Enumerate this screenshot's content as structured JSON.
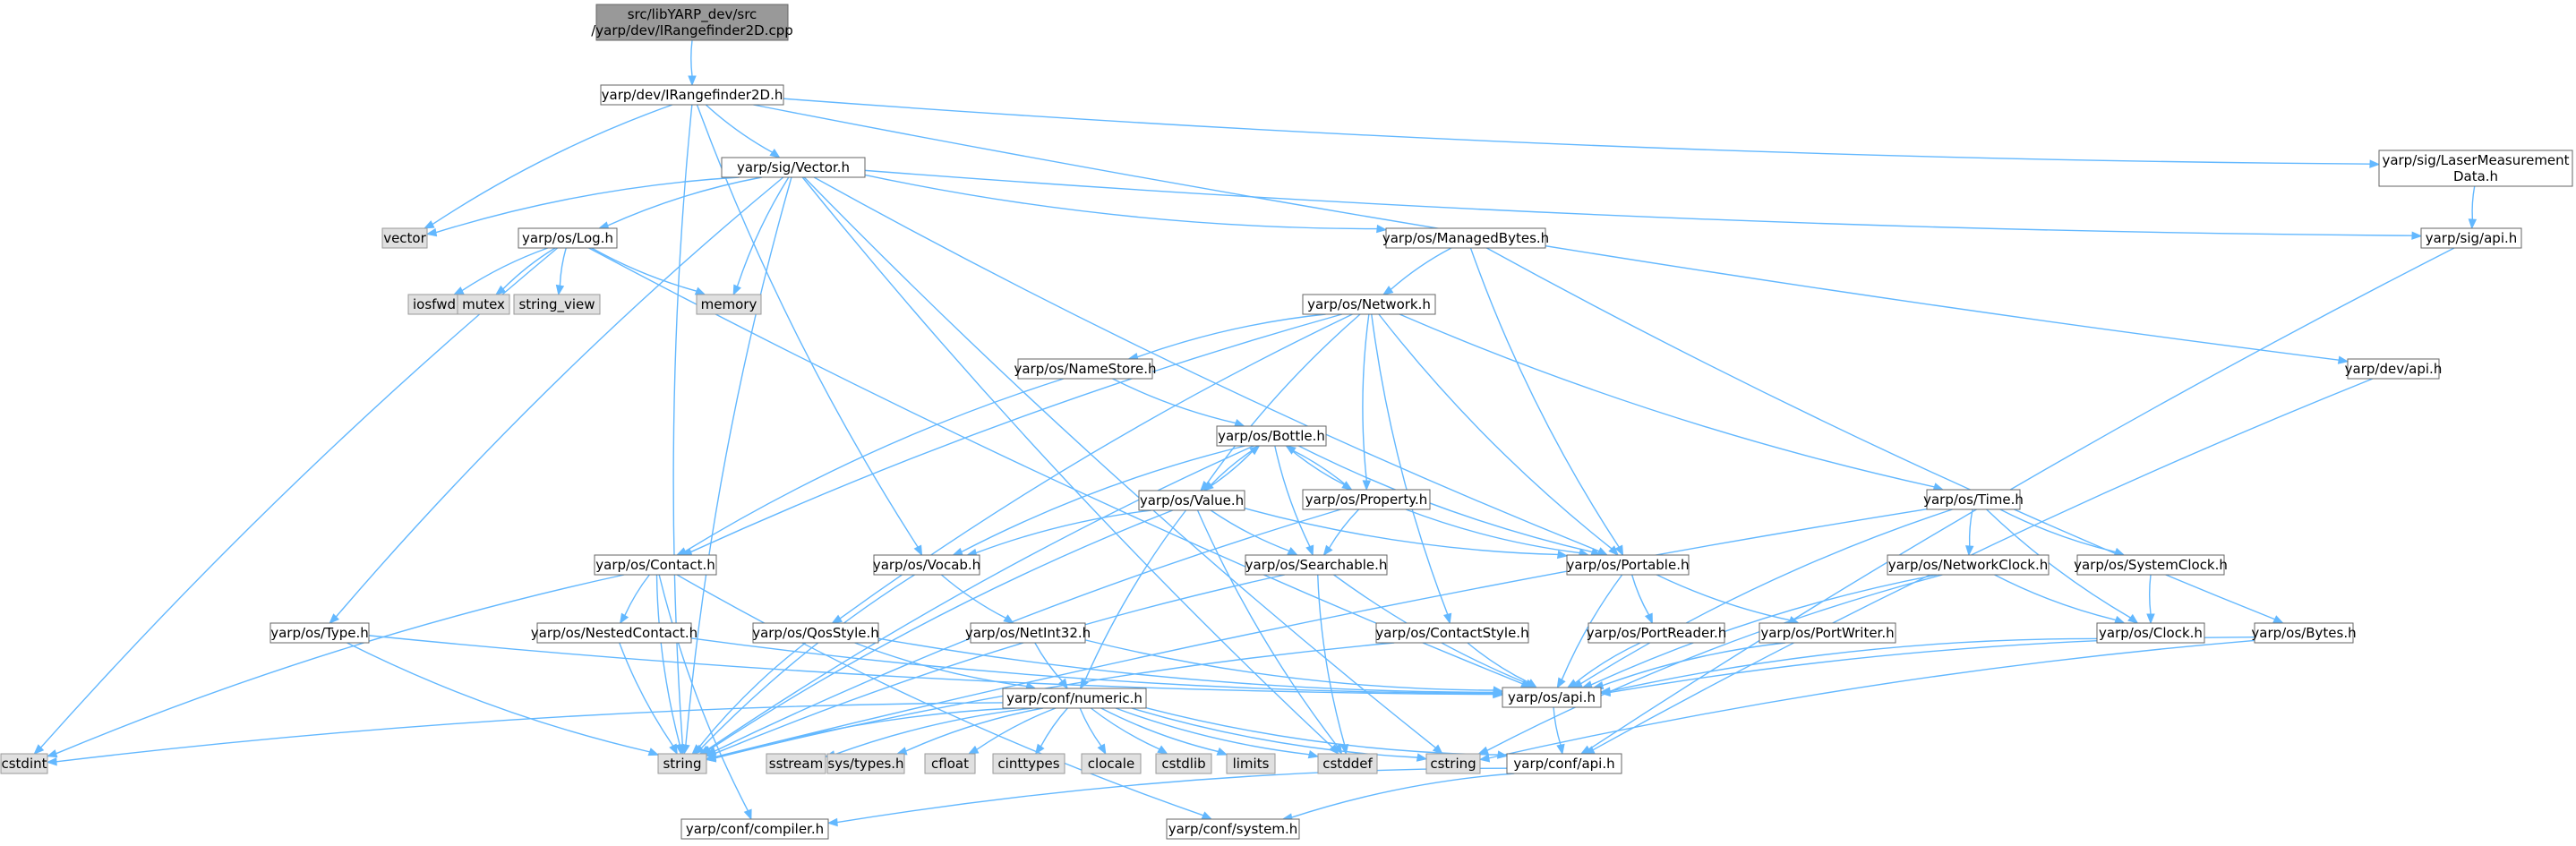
{
  "nodes": [
    {
      "id": "root",
      "lines": [
        "src/libYARP_dev/src",
        "/yarp/dev/IRangefinder2D.cpp"
      ],
      "kind": "root"
    },
    {
      "id": "irf",
      "lines": [
        "yarp/dev/IRangefinder2D.h"
      ],
      "kind": "header"
    },
    {
      "id": "vectorh",
      "lines": [
        "yarp/sig/Vector.h"
      ],
      "kind": "header"
    },
    {
      "id": "laser",
      "lines": [
        "yarp/sig/LaserMeasurement",
        "Data.h"
      ],
      "kind": "header"
    },
    {
      "id": "vector",
      "lines": [
        "vector"
      ],
      "kind": "system"
    },
    {
      "id": "logh",
      "lines": [
        "yarp/os/Log.h"
      ],
      "kind": "header"
    },
    {
      "id": "managed",
      "lines": [
        "yarp/os/ManagedBytes.h"
      ],
      "kind": "header"
    },
    {
      "id": "sigapi",
      "lines": [
        "yarp/sig/api.h"
      ],
      "kind": "header"
    },
    {
      "id": "iosfwd",
      "lines": [
        "iosfwd"
      ],
      "kind": "system"
    },
    {
      "id": "mutex",
      "lines": [
        "mutex"
      ],
      "kind": "system"
    },
    {
      "id": "string_view",
      "lines": [
        "string_view"
      ],
      "kind": "system"
    },
    {
      "id": "memory",
      "lines": [
        "memory"
      ],
      "kind": "system"
    },
    {
      "id": "network",
      "lines": [
        "yarp/os/Network.h"
      ],
      "kind": "header"
    },
    {
      "id": "devapi",
      "lines": [
        "yarp/dev/api.h"
      ],
      "kind": "header"
    },
    {
      "id": "namestore",
      "lines": [
        "yarp/os/NameStore.h"
      ],
      "kind": "header"
    },
    {
      "id": "bottle",
      "lines": [
        "yarp/os/Bottle.h"
      ],
      "kind": "header"
    },
    {
      "id": "time",
      "lines": [
        "yarp/os/Time.h"
      ],
      "kind": "header"
    },
    {
      "id": "value",
      "lines": [
        "yarp/os/Value.h"
      ],
      "kind": "header"
    },
    {
      "id": "property",
      "lines": [
        "yarp/os/Property.h"
      ],
      "kind": "header"
    },
    {
      "id": "contact",
      "lines": [
        "yarp/os/Contact.h"
      ],
      "kind": "header"
    },
    {
      "id": "vocab",
      "lines": [
        "yarp/os/Vocab.h"
      ],
      "kind": "header"
    },
    {
      "id": "searchable",
      "lines": [
        "yarp/os/Searchable.h"
      ],
      "kind": "header"
    },
    {
      "id": "portable",
      "lines": [
        "yarp/os/Portable.h"
      ],
      "kind": "header"
    },
    {
      "id": "netclock",
      "lines": [
        "yarp/os/NetworkClock.h"
      ],
      "kind": "header"
    },
    {
      "id": "sysclock",
      "lines": [
        "yarp/os/SystemClock.h"
      ],
      "kind": "header"
    },
    {
      "id": "typeh",
      "lines": [
        "yarp/os/Type.h"
      ],
      "kind": "header"
    },
    {
      "id": "nested",
      "lines": [
        "yarp/os/NestedContact.h"
      ],
      "kind": "header"
    },
    {
      "id": "qos",
      "lines": [
        "yarp/os/QosStyle.h"
      ],
      "kind": "header"
    },
    {
      "id": "netint",
      "lines": [
        "yarp/os/NetInt32.h"
      ],
      "kind": "header"
    },
    {
      "id": "cstyle",
      "lines": [
        "yarp/os/ContactStyle.h"
      ],
      "kind": "header"
    },
    {
      "id": "preader",
      "lines": [
        "yarp/os/PortReader.h"
      ],
      "kind": "header"
    },
    {
      "id": "pwriter",
      "lines": [
        "yarp/os/PortWriter.h"
      ],
      "kind": "header"
    },
    {
      "id": "clock",
      "lines": [
        "yarp/os/Clock.h"
      ],
      "kind": "header"
    },
    {
      "id": "bytes",
      "lines": [
        "yarp/os/Bytes.h"
      ],
      "kind": "header"
    },
    {
      "id": "osapi",
      "lines": [
        "yarp/os/api.h"
      ],
      "kind": "header"
    },
    {
      "id": "numeric",
      "lines": [
        "yarp/conf/numeric.h"
      ],
      "kind": "header"
    },
    {
      "id": "cstdint",
      "lines": [
        "cstdint"
      ],
      "kind": "system"
    },
    {
      "id": "string",
      "lines": [
        "string"
      ],
      "kind": "system"
    },
    {
      "id": "sstream",
      "lines": [
        "sstream"
      ],
      "kind": "system"
    },
    {
      "id": "systypes",
      "lines": [
        "sys/types.h"
      ],
      "kind": "system"
    },
    {
      "id": "cfloat",
      "lines": [
        "cfloat"
      ],
      "kind": "system"
    },
    {
      "id": "cinttypes",
      "lines": [
        "cinttypes"
      ],
      "kind": "system"
    },
    {
      "id": "clocale",
      "lines": [
        "clocale"
      ],
      "kind": "system"
    },
    {
      "id": "cstdlib",
      "lines": [
        "cstdlib"
      ],
      "kind": "system"
    },
    {
      "id": "limits",
      "lines": [
        "limits"
      ],
      "kind": "system"
    },
    {
      "id": "cstddef",
      "lines": [
        "cstddef"
      ],
      "kind": "system"
    },
    {
      "id": "cstring",
      "lines": [
        "cstring"
      ],
      "kind": "system"
    },
    {
      "id": "confapi",
      "lines": [
        "yarp/conf/api.h"
      ],
      "kind": "header"
    },
    {
      "id": "compiler",
      "lines": [
        "yarp/conf/compiler.h"
      ],
      "kind": "header"
    },
    {
      "id": "system",
      "lines": [
        "yarp/conf/system.h"
      ],
      "kind": "header"
    }
  ],
  "edges": [
    [
      "root",
      "irf"
    ],
    [
      "irf",
      "vectorh"
    ],
    [
      "irf",
      "laser"
    ],
    [
      "irf",
      "vector"
    ],
    [
      "irf",
      "vocab"
    ],
    [
      "irf",
      "string"
    ],
    [
      "irf",
      "devapi"
    ],
    [
      "laser",
      "sigapi"
    ],
    [
      "vectorh",
      "vector"
    ],
    [
      "vectorh",
      "logh"
    ],
    [
      "vectorh",
      "managed"
    ],
    [
      "vectorh",
      "sigapi"
    ],
    [
      "vectorh",
      "memory"
    ],
    [
      "vectorh",
      "typeh"
    ],
    [
      "vectorh",
      "portable"
    ],
    [
      "vectorh",
      "string"
    ],
    [
      "vectorh",
      "cstddef"
    ],
    [
      "vectorh",
      "cstring"
    ],
    [
      "logh",
      "cstdint"
    ],
    [
      "logh",
      "iosfwd"
    ],
    [
      "logh",
      "mutex"
    ],
    [
      "logh",
      "string_view"
    ],
    [
      "logh",
      "memory"
    ],
    [
      "logh",
      "osapi"
    ],
    [
      "managed",
      "network"
    ],
    [
      "managed",
      "portable"
    ],
    [
      "managed",
      "bytes"
    ],
    [
      "sigapi",
      "confapi"
    ],
    [
      "devapi",
      "confapi"
    ],
    [
      "network",
      "namestore"
    ],
    [
      "network",
      "contact"
    ],
    [
      "network",
      "value"
    ],
    [
      "network",
      "property"
    ],
    [
      "network",
      "portable"
    ],
    [
      "network",
      "time"
    ],
    [
      "network",
      "qos"
    ],
    [
      "network",
      "cstyle"
    ],
    [
      "namestore",
      "bottle"
    ],
    [
      "namestore",
      "contact"
    ],
    [
      "bottle",
      "value"
    ],
    [
      "bottle",
      "property"
    ],
    [
      "bottle",
      "searchable"
    ],
    [
      "bottle",
      "portable"
    ],
    [
      "bottle",
      "vocab"
    ],
    [
      "bottle",
      "string"
    ],
    [
      "value",
      "bottle"
    ],
    [
      "value",
      "vocab"
    ],
    [
      "value",
      "searchable"
    ],
    [
      "value",
      "portable"
    ],
    [
      "value",
      "numeric"
    ],
    [
      "value",
      "string"
    ],
    [
      "value",
      "cstddef"
    ],
    [
      "property",
      "bottle"
    ],
    [
      "property",
      "searchable"
    ],
    [
      "property",
      "portable"
    ],
    [
      "property",
      "string"
    ],
    [
      "time",
      "netclock"
    ],
    [
      "time",
      "sysclock"
    ],
    [
      "time",
      "clock"
    ],
    [
      "time",
      "osapi"
    ],
    [
      "time",
      "string"
    ],
    [
      "contact",
      "nested"
    ],
    [
      "contact",
      "string"
    ],
    [
      "contact",
      "compiler"
    ],
    [
      "contact",
      "system"
    ],
    [
      "contact",
      "cstdint"
    ],
    [
      "vocab",
      "netint"
    ],
    [
      "vocab",
      "string"
    ],
    [
      "searchable",
      "osapi"
    ],
    [
      "searchable",
      "string"
    ],
    [
      "searchable",
      "cstddef"
    ],
    [
      "portable",
      "preader"
    ],
    [
      "portable",
      "pwriter"
    ],
    [
      "portable",
      "osapi"
    ],
    [
      "netclock",
      "clock"
    ],
    [
      "netclock",
      "osapi"
    ],
    [
      "netclock",
      "cstring"
    ],
    [
      "sysclock",
      "clock"
    ],
    [
      "typeh",
      "osapi"
    ],
    [
      "typeh",
      "string"
    ],
    [
      "nested",
      "osapi"
    ],
    [
      "nested",
      "string"
    ],
    [
      "qos",
      "osapi"
    ],
    [
      "qos",
      "string"
    ],
    [
      "qos",
      "numeric"
    ],
    [
      "netint",
      "osapi"
    ],
    [
      "netint",
      "numeric"
    ],
    [
      "cstyle",
      "osapi"
    ],
    [
      "cstyle",
      "string"
    ],
    [
      "preader",
      "osapi"
    ],
    [
      "pwriter",
      "osapi"
    ],
    [
      "clock",
      "osapi"
    ],
    [
      "bytes",
      "osapi"
    ],
    [
      "bytes",
      "cstring"
    ],
    [
      "osapi",
      "confapi"
    ],
    [
      "numeric",
      "cstdint"
    ],
    [
      "numeric",
      "string"
    ],
    [
      "numeric",
      "sstream"
    ],
    [
      "numeric",
      "systypes"
    ],
    [
      "numeric",
      "cfloat"
    ],
    [
      "numeric",
      "cinttypes"
    ],
    [
      "numeric",
      "clocale"
    ],
    [
      "numeric",
      "cstdlib"
    ],
    [
      "numeric",
      "limits"
    ],
    [
      "numeric",
      "cstddef"
    ],
    [
      "numeric",
      "cstring"
    ],
    [
      "numeric",
      "confapi"
    ],
    [
      "confapi",
      "compiler"
    ],
    [
      "confapi",
      "system"
    ]
  ]
}
